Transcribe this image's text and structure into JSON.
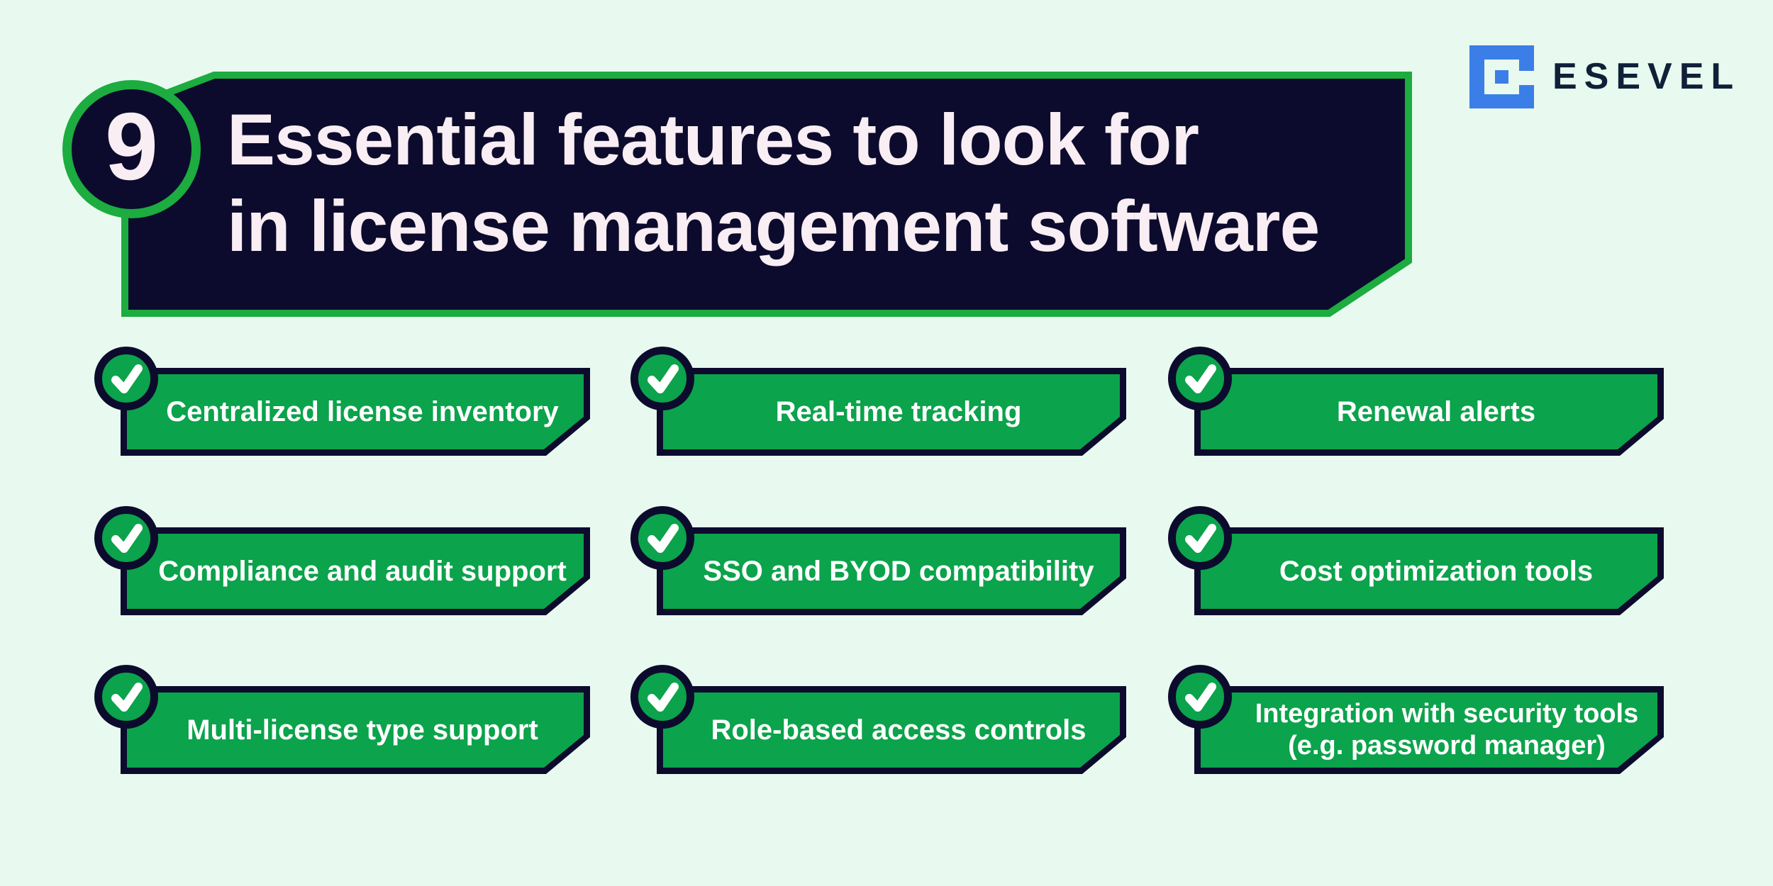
{
  "page": {
    "background_color": "#e8f9ef"
  },
  "logo": {
    "text": "ESEVEL",
    "mark_color": "#3c7ee8",
    "text_color": "#0f2038"
  },
  "header": {
    "number": "9",
    "title_line1": "Essential features to look for",
    "title_line2": "in license management software",
    "background_color": "#0c0b2d",
    "border_color": "#1cac3f",
    "text_color": "#f8eef3"
  },
  "features": [
    {
      "line1": "Centralized license inventory",
      "line2": ""
    },
    {
      "line1": "Real-time tracking",
      "line2": ""
    },
    {
      "line1": "Renewal alerts",
      "line2": ""
    },
    {
      "line1": "Compliance and audit support",
      "line2": ""
    },
    {
      "line1": "SSO and BYOD compatibility",
      "line2": ""
    },
    {
      "line1": "Cost optimization tools",
      "line2": ""
    },
    {
      "line1": "Multi-license type support",
      "line2": ""
    },
    {
      "line1": "Role-based access controls",
      "line2": ""
    },
    {
      "line1": "Integration with security tools",
      "line2": "(e.g. password manager)"
    }
  ],
  "colors": {
    "banner_green": "#0ba34b",
    "navy": "#0c0b2d",
    "accent_green_border": "#1cac3f",
    "check_white": "#ffffff",
    "mint_background": "#e8f9ef",
    "offwhite_text": "#f8eef3",
    "logo_blue": "#3c7ee8"
  }
}
